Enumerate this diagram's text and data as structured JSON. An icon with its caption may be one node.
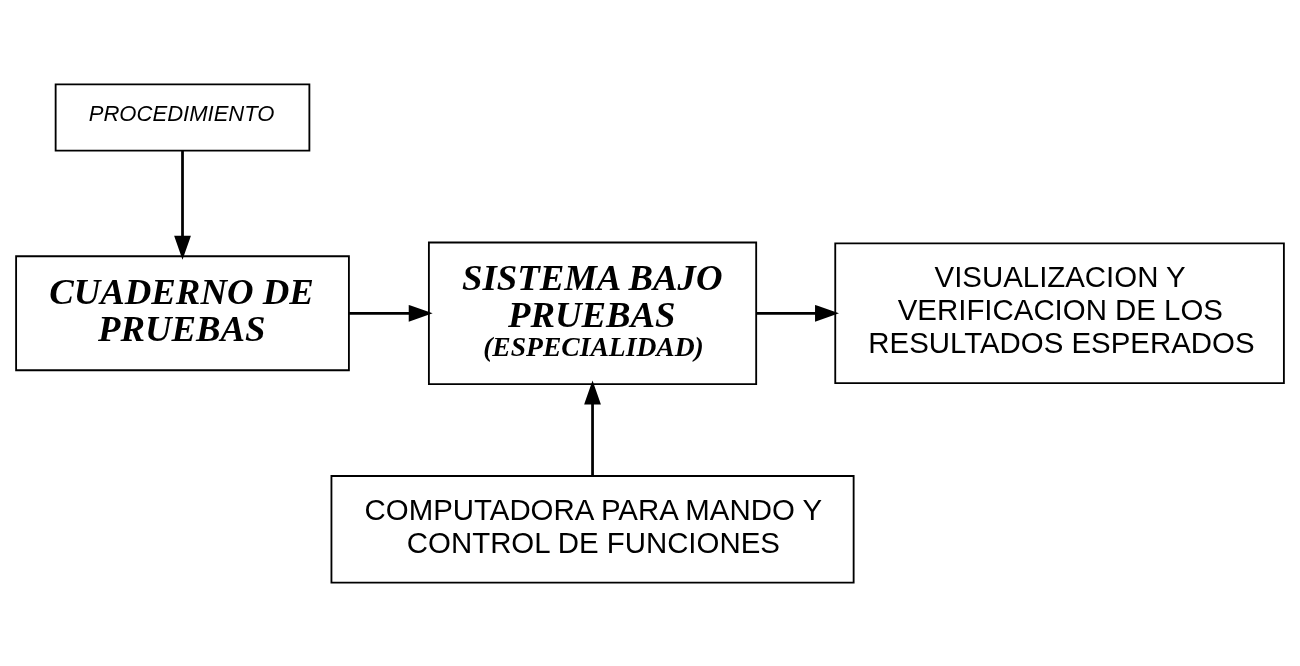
{
  "diagram": {
    "nodes": [
      {
        "text": [
          "PROCEDIMIENTO"
        ]
      },
      {
        "text": [
          "CUADERNO DE PRUEBAS"
        ]
      },
      {
        "text": [
          "SISTEMA BAJO PRUEBAS",
          "(ESPECIALIDAD)"
        ]
      },
      {
        "text": [
          "VISUALIZACION Y VERIFICACION DE LOS RESULTADOS ESPERADOS"
        ]
      },
      {
        "text": [
          "COMPUTADORA PARA MANDO Y CONTROL DE FUNCIONES"
        ]
      }
    ],
    "edges": [
      {
        "from": 0,
        "to": 1,
        "arrow": "to"
      },
      {
        "from": 1,
        "to": 2,
        "arrow": "to"
      },
      {
        "from": 2,
        "to": 3,
        "arrow": "to"
      },
      {
        "from": 4,
        "to": 2,
        "arrow": "to"
      }
    ]
  }
}
